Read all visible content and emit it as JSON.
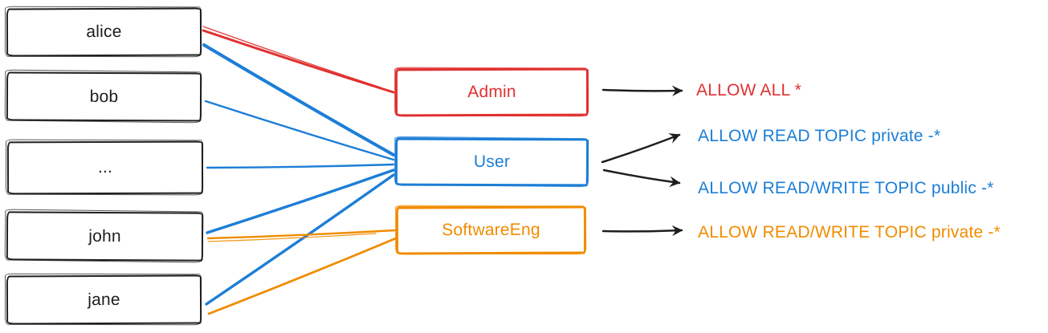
{
  "colors": {
    "ink": "#1e1e1e",
    "red": "#e03131",
    "blue": "#1c7ed6",
    "orange": "#f08c00"
  },
  "users": [
    {
      "id": "alice",
      "label": "alice"
    },
    {
      "id": "bob",
      "label": "bob"
    },
    {
      "id": "ellipsis",
      "label": "..."
    },
    {
      "id": "john",
      "label": "john"
    },
    {
      "id": "jane",
      "label": "jane"
    }
  ],
  "roles": [
    {
      "id": "admin",
      "label": "Admin",
      "color": "red"
    },
    {
      "id": "user",
      "label": "User",
      "color": "blue"
    },
    {
      "id": "softwareeng",
      "label": "SoftwareEng",
      "color": "orange"
    }
  ],
  "permissions": [
    {
      "id": "p-allow-all",
      "label": "ALLOW ALL *",
      "color": "red"
    },
    {
      "id": "p-read-private",
      "label": "ALLOW READ TOPIC private -*",
      "color": "blue"
    },
    {
      "id": "p-rw-public",
      "label": "ALLOW READ/WRITE TOPIC public -*",
      "color": "blue"
    },
    {
      "id": "p-rw-private",
      "label": "ALLOW READ/WRITE TOPIC private -*",
      "color": "orange"
    }
  ],
  "assignments": [
    {
      "user": "alice",
      "role": "admin"
    },
    {
      "user": "alice",
      "role": "user"
    },
    {
      "user": "bob",
      "role": "user"
    },
    {
      "user": "ellipsis",
      "role": "user"
    },
    {
      "user": "john",
      "role": "user"
    },
    {
      "user": "jane",
      "role": "user"
    },
    {
      "user": "john",
      "role": "softwareeng"
    },
    {
      "user": "jane",
      "role": "softwareeng"
    }
  ],
  "grants": [
    {
      "role": "admin",
      "permission": "p-allow-all"
    },
    {
      "role": "user",
      "permission": "p-read-private"
    },
    {
      "role": "user",
      "permission": "p-rw-public"
    },
    {
      "role": "softwareeng",
      "permission": "p-rw-private"
    }
  ]
}
